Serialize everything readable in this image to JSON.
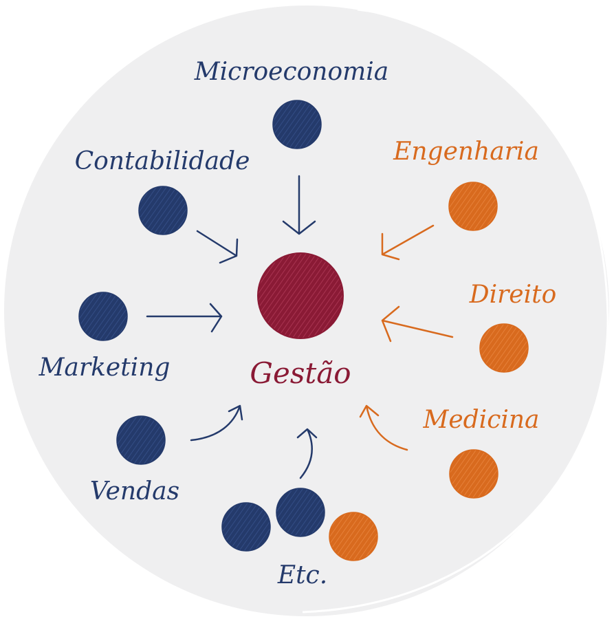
{
  "colors": {
    "background_disc": "#efeff0",
    "disc_outline": "#ffffff",
    "navy": "#243a6b",
    "orange": "#d86a1e",
    "crimson": "#8a1a35"
  },
  "center": {
    "label": "Gestão"
  },
  "nodes": [
    {
      "id": "microeconomia",
      "label": "Microeconomia",
      "group": "navy"
    },
    {
      "id": "contabilidade",
      "label": "Contabilidade",
      "group": "navy"
    },
    {
      "id": "marketing",
      "label": "Marketing",
      "group": "navy"
    },
    {
      "id": "vendas",
      "label": "Vendas",
      "group": "navy"
    },
    {
      "id": "engenharia",
      "label": "Engenharia",
      "group": "orange"
    },
    {
      "id": "direito",
      "label": "Direito",
      "group": "orange"
    },
    {
      "id": "medicina",
      "label": "Medicina",
      "group": "orange"
    }
  ],
  "etc": {
    "label": "Etc."
  }
}
